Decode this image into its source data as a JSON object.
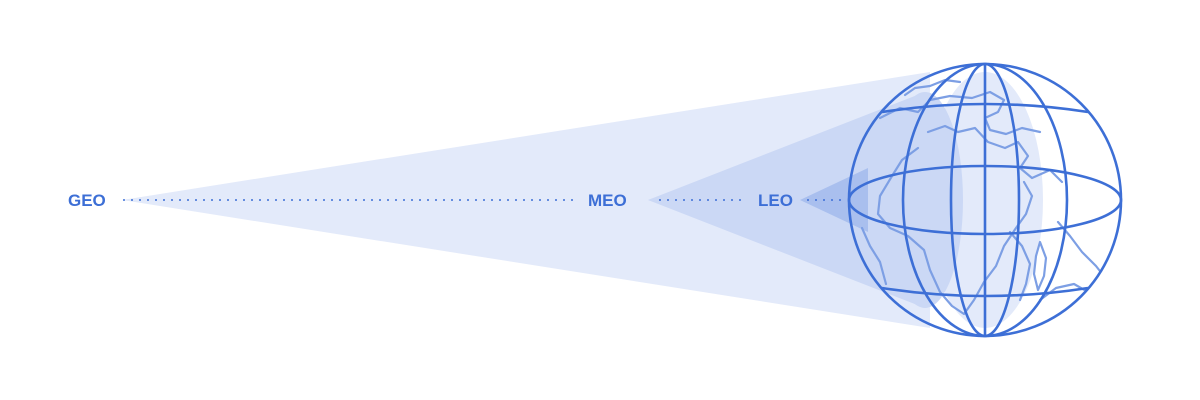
{
  "orbits": {
    "geo": "GEO",
    "meo": "MEO",
    "leo": "LEO"
  },
  "colors": {
    "accent": "#3d6fd6",
    "cone_light": "#e3eafa",
    "cone_medium": "#cbd8f5",
    "cone_dark": "#a9bfee",
    "land": "#7d9fe4"
  }
}
